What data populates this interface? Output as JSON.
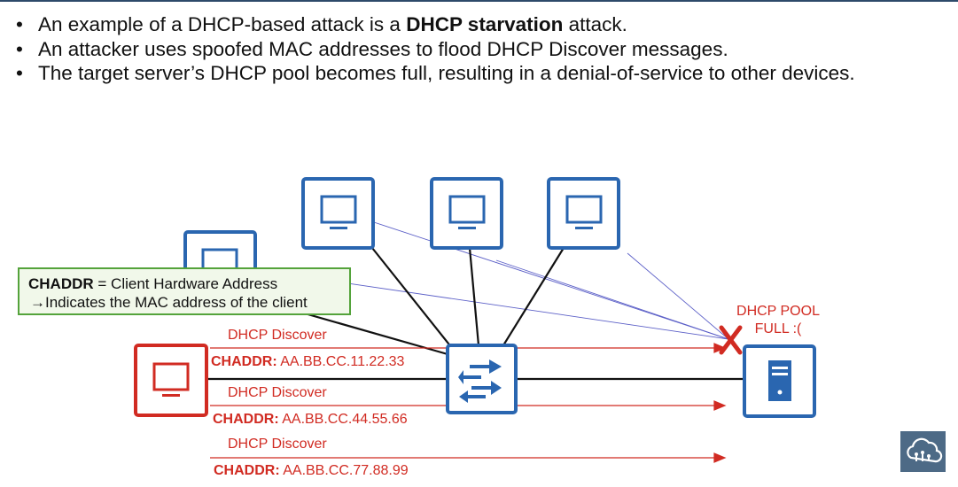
{
  "bullets": [
    {
      "pre": "An example of a DHCP-based attack is a ",
      "bold": "DHCP starvation",
      "post": " attack."
    },
    {
      "pre": "An attacker uses spoofed MAC addresses to flood DHCP Discover messages.",
      "bold": "",
      "post": ""
    },
    {
      "pre": "The target server’s DHCP pool becomes full, resulting in a denial-of-service to other devices.",
      "bold": "",
      "post": ""
    }
  ],
  "bullet_glyph": "•",
  "callout": {
    "term": "CHADDR",
    "definition": " = Client Hardware Address",
    "note": "→Indicates the MAC address of the client"
  },
  "messages": [
    {
      "type": "DHCP Discover",
      "field": "CHADDR:",
      "value": " AA.BB.CC.11.22.33"
    },
    {
      "type": "DHCP Discover",
      "field": "CHADDR:",
      "value": " AA.BB.CC.44.55.66"
    },
    {
      "type": "DHCP Discover",
      "field": "CHADDR:",
      "value": " AA.BB.CC.77.88.99"
    }
  ],
  "pool_status": {
    "line1": "DHCP POOL",
    "line2": "FULL :("
  },
  "colors": {
    "device_blue": "#2a66b0",
    "attacker_red": "#d12b22",
    "callout_green": "#54a33b",
    "callout_fill": "#f1f8ea"
  },
  "icons": {
    "pc": "monitor-icon",
    "switch": "switch-arrows-icon",
    "server": "server-icon",
    "blocked": "red-x-icon",
    "logo": "cloud-circuit-icon"
  }
}
